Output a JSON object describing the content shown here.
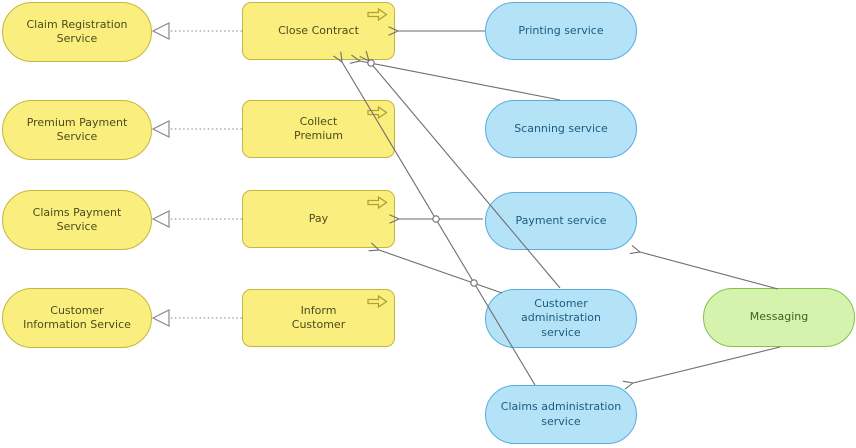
{
  "nodes": {
    "claim_registration": {
      "label": "Claim Registration\nService"
    },
    "premium_payment": {
      "label": "Premium Payment\nService"
    },
    "claims_payment": {
      "label": "Claims Payment\nService"
    },
    "customer_information": {
      "label": "Customer\nInformation Service"
    },
    "close_contract": {
      "label": "Close Contract"
    },
    "collect_premium": {
      "label": "Collect\nPremium"
    },
    "pay": {
      "label": "Pay"
    },
    "inform_customer": {
      "label": "Inform\nCustomer"
    },
    "printing": {
      "label": "Printing service"
    },
    "scanning": {
      "label": "Scanning service"
    },
    "payment": {
      "label": "Payment service"
    },
    "customer_admin": {
      "label": "Customer\nadministration\nservice"
    },
    "claims_admin": {
      "label": "Claims administration\nservice"
    },
    "messaging": {
      "label": "Messaging"
    }
  },
  "icons": {
    "process_icon": "process-arrow-icon",
    "realization_icon": "hollow-triangle-arrowhead",
    "serving_icon": "open-v-arrowhead",
    "crossing_icon": "line-hop-circle"
  },
  "colors": {
    "yellow_fill": "#f9ee7e",
    "yellow_border": "#c5b63c",
    "yellow_text": "#4c4c20",
    "blue_fill": "#b4e3f8",
    "blue_border": "#5aabdc",
    "blue_text": "#1b5c80",
    "green_fill": "#d6f3ad",
    "green_border": "#84c24d",
    "green_text": "#3f611c",
    "connector_gray": "#6e6e6e",
    "dotted_gray": "#9a9a9a",
    "realization_outline": "#8a8a8a",
    "process_icon": "#b3a22b"
  }
}
